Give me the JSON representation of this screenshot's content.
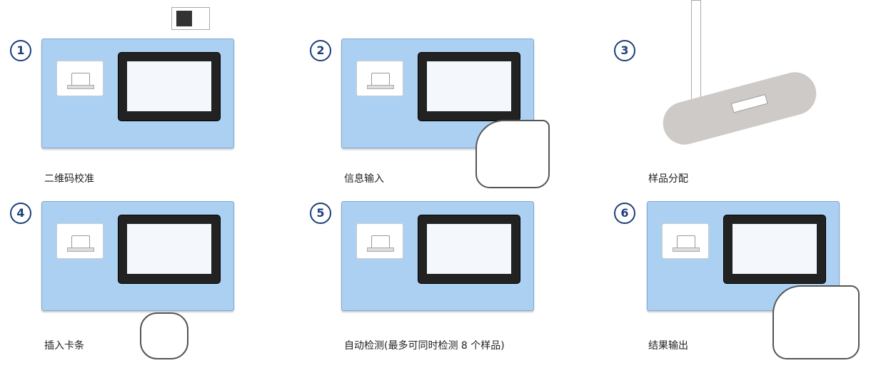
{
  "steps": [
    {
      "number": "1",
      "caption": "二维码校准"
    },
    {
      "number": "2",
      "caption": "信息输入"
    },
    {
      "number": "3",
      "caption": "样品分配"
    },
    {
      "number": "4",
      "caption": "插入卡条"
    },
    {
      "number": "5",
      "caption": "自动检测(最多可同时检测 8 个样品)"
    },
    {
      "number": "6",
      "caption": "结果输出"
    }
  ],
  "colors": {
    "device": "#acd0f2",
    "accent": "#1d3f7a"
  }
}
